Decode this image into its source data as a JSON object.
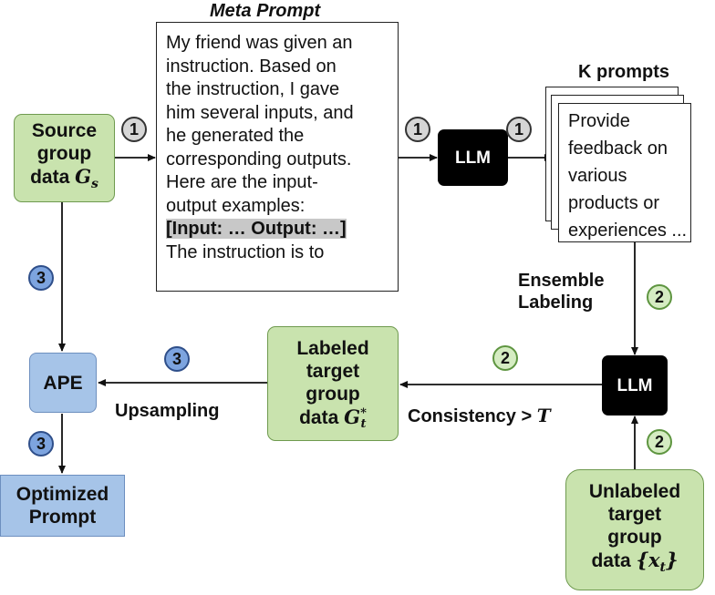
{
  "meta_prompt": {
    "title": "Meta Prompt",
    "lines": [
      "My friend was given an",
      "instruction. Based on",
      "the instruction, I gave",
      "him several inputs, and",
      "he generated the",
      "corresponding outputs.",
      "Here are the input-",
      "output examples:"
    ],
    "highlight": "[Input: … Output: …]",
    "last_line": "The instruction is to"
  },
  "source": {
    "line1": "Source",
    "line2": "group",
    "line3": "data",
    "var": "G",
    "sub": "s"
  },
  "llm_top": {
    "label": "LLM"
  },
  "llm_bottom": {
    "label": "LLM"
  },
  "k_prompts": {
    "title": "K prompts",
    "lines": [
      "Provide",
      "feedback on",
      "various",
      "products or",
      "experiences ..."
    ]
  },
  "ensemble": {
    "line1": "Ensemble",
    "line2": "Labeling"
  },
  "labeled": {
    "line1": "Labeled",
    "line2": "target",
    "line3": "group",
    "line4": "data",
    "var": "G",
    "sub": "t",
    "sup": "*"
  },
  "unlabeled": {
    "line1": "Unlabeled",
    "line2": "target",
    "line3": "group",
    "line4": "data",
    "var": "{x",
    "sub": "t",
    "close": "}"
  },
  "ape": {
    "label": "APE"
  },
  "optimized": {
    "line1": "Optimized",
    "line2": "Prompt"
  },
  "upsampling": {
    "label": "Upsampling"
  },
  "consistency": {
    "label": "Consistency > ",
    "var": "T"
  },
  "badges": {
    "one": "1",
    "two": "2",
    "three": "3"
  },
  "colors": {
    "green_fill": "#c9e3ae",
    "blue_fill": "#a6c4e8",
    "black": "#000000"
  }
}
